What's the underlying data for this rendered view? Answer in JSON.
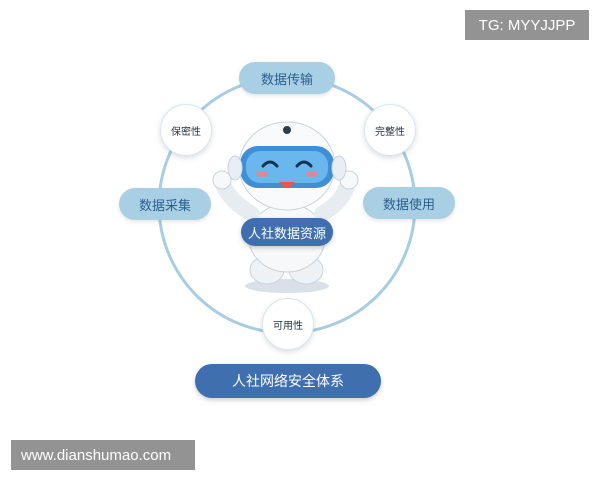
{
  "diagram": {
    "center_label": "人社数据资源",
    "bottom_label": "人社网络安全体系",
    "nodes": {
      "top": "数据传输",
      "left": "数据采集",
      "right": "数据使用",
      "top_left": "保密性",
      "top_right": "完整性",
      "bottom": "可用性"
    }
  },
  "watermarks": {
    "top_right": "TG: MYYJJPP",
    "bottom_left": "www.dianshumao.com"
  },
  "colors": {
    "ring": "#a7cde3",
    "pill_light": "#a9cfe4",
    "pill_dark": "#3f6fae",
    "robot_visor": "#4a9fdc"
  },
  "icons": {
    "mascot": "robot-mascot-icon"
  }
}
